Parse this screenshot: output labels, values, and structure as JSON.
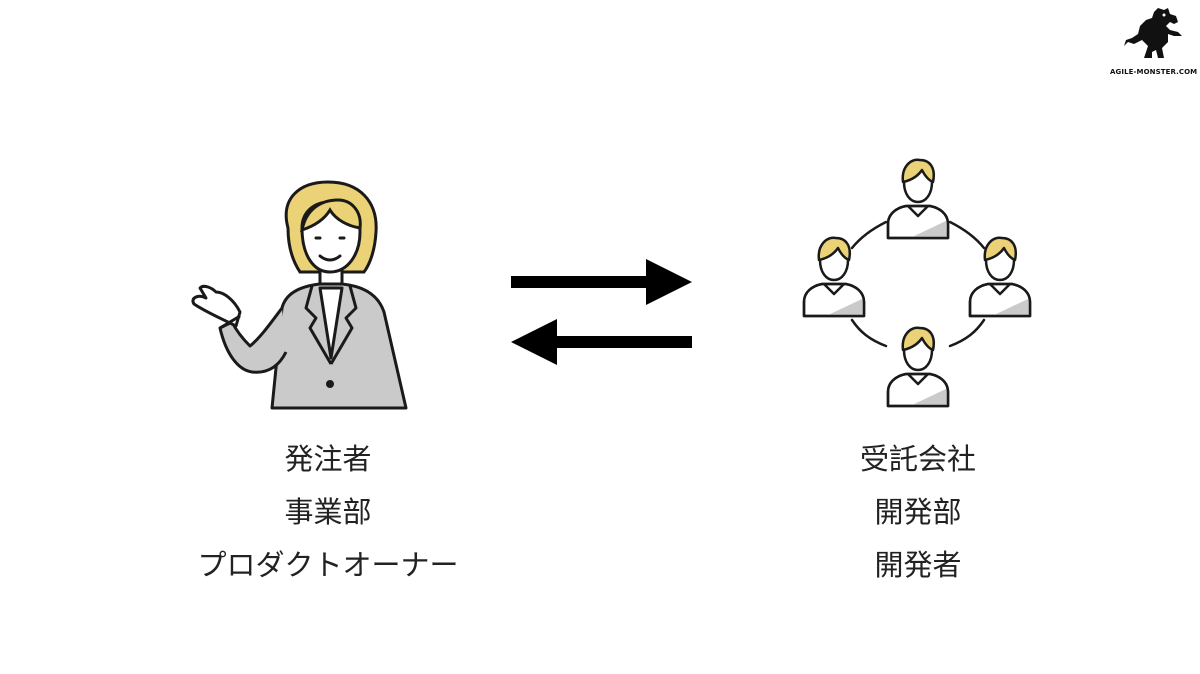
{
  "logo": {
    "icon": "monster-icon",
    "caption": "AGILE-MONSTER.COM"
  },
  "client": {
    "icon": "businesswoman-icon",
    "labels": [
      "発注者",
      "事業部",
      "プロダクトオーナー"
    ]
  },
  "vendor": {
    "icon": "team-cycle-icon",
    "labels": [
      "受託会社",
      "開発部",
      "開発者"
    ]
  },
  "arrows": {
    "top_direction": "right",
    "bottom_direction": "left",
    "icon": "exchange-arrows-icon"
  },
  "colors": {
    "accent_hair": "#EBD277",
    "suit_gray": "#CACACA",
    "outline": "#1A1A1A",
    "background": "#FFFFFF"
  }
}
